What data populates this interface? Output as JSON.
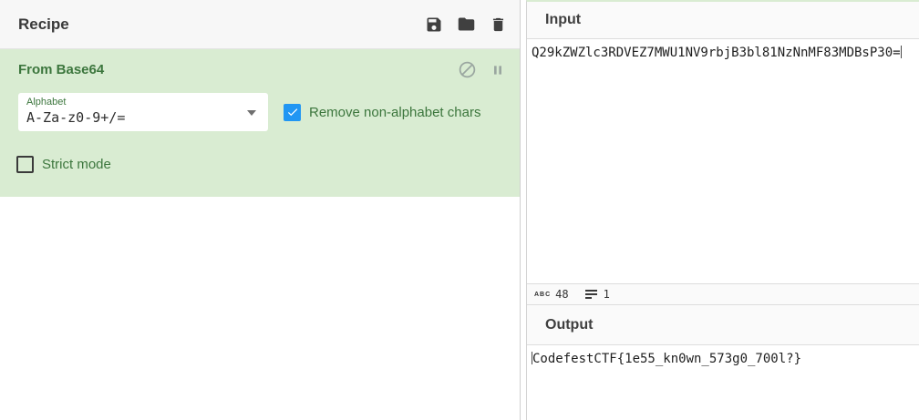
{
  "recipe_panel": {
    "title": "Recipe",
    "toolbar_icons": [
      "save-icon",
      "folder-icon",
      "trash-icon"
    ],
    "operation": {
      "name": "From Base64",
      "control_icons": [
        "disable-icon",
        "pause-icon"
      ],
      "args": {
        "alphabet": {
          "label": "Alphabet",
          "value": "A-Za-z0-9+/="
        },
        "remove_non_alphabet": {
          "label": "Remove non-alphabet chars",
          "checked": true
        },
        "strict_mode": {
          "label": "Strict mode",
          "checked": false
        }
      }
    }
  },
  "input_panel": {
    "title": "Input",
    "value": "Q29kZWZlc3RDVEZ7MWU1NV9rbjB3bl81NzNnMF83MDBsP30=",
    "char_count": "48",
    "line_count": "1"
  },
  "output_panel": {
    "title": "Output",
    "value": "CodefestCTF{1e55_kn0wn_573g0_700l?}"
  },
  "colors": {
    "operation_bg": "#d9ecd2",
    "operation_text": "#3c763d",
    "checkbox_checked": "#2196f3",
    "panel_header_bg": "#fafafa",
    "recipe_header_bg": "#f7f7f7"
  }
}
